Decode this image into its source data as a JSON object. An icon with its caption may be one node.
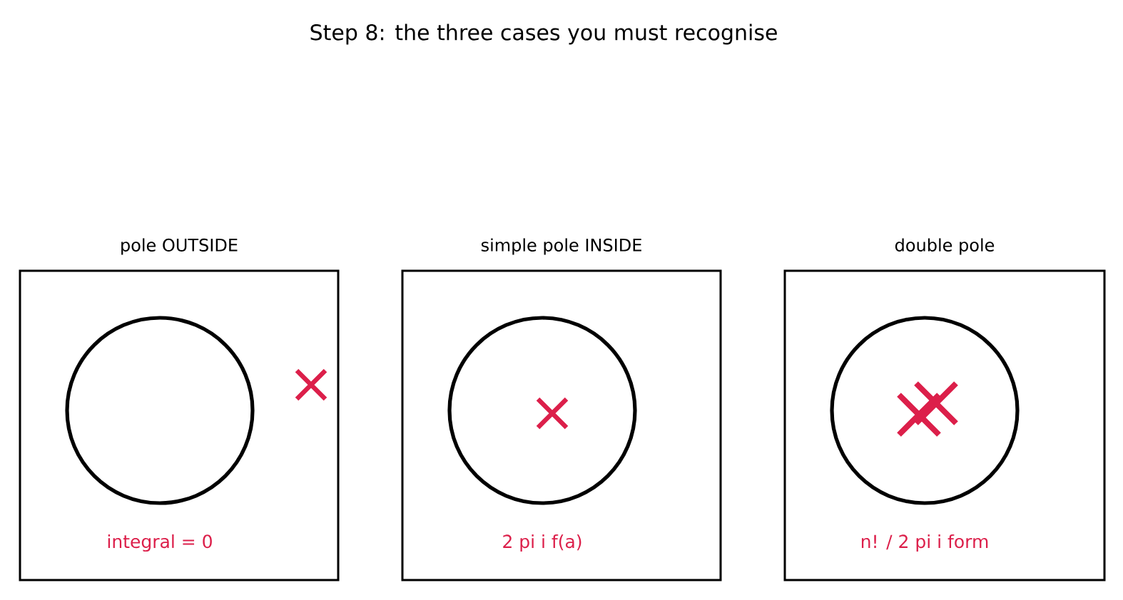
{
  "diagram": {
    "title": "Step 8: the three cases you must recognise",
    "nodes": [
      {
        "text": [
          "pole OUTSIDE",
          "integral = 0"
        ]
      },
      {
        "text": [
          "simple pole INSIDE",
          "2 pi i f(a)"
        ]
      },
      {
        "text": [
          "double pole",
          "n! / 2 pi i form"
        ]
      }
    ]
  }
}
